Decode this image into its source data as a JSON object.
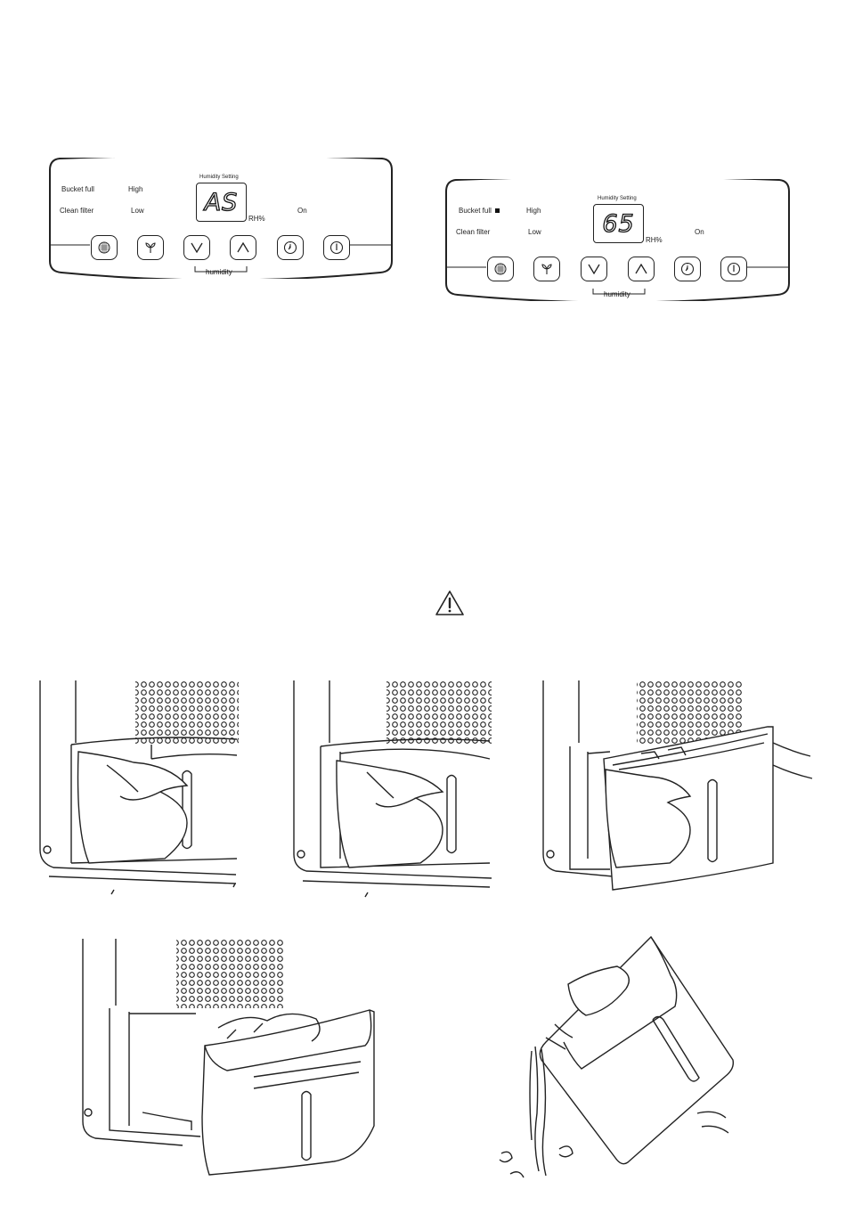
{
  "control_panels": [
    {
      "id": "left",
      "bucket_full_label": "Bucket full",
      "clean_filter_label": "Clean filter",
      "high_label": "High",
      "low_label": "Low",
      "humidity_setting_label": "Humidity Setting",
      "display_value": "AS",
      "rh_label": "RH%",
      "on_label": "On",
      "humidity_bracket_label": "humidity",
      "bucket_full_indicator_lit": false
    },
    {
      "id": "right",
      "bucket_full_label": "Bucket full",
      "clean_filter_label": "Clean filter",
      "high_label": "High",
      "low_label": "Low",
      "humidity_setting_label": "Humidity Setting",
      "display_value": "65",
      "rh_label": "RH%",
      "on_label": "On",
      "humidity_bracket_label": "humidity",
      "bucket_full_indicator_lit": true
    }
  ],
  "buttons": [
    "filter-icon",
    "fan-icon",
    "chevron-down-icon",
    "chevron-up-icon",
    "timer-icon",
    "power-icon"
  ],
  "warning": {
    "icon": "warning-triangle-icon"
  },
  "figures": [
    "hand-gripping-bucket",
    "hand-pulling-bucket",
    "bucket-partly-removed",
    "bucket-fully-removed",
    "bucket-being-emptied"
  ]
}
